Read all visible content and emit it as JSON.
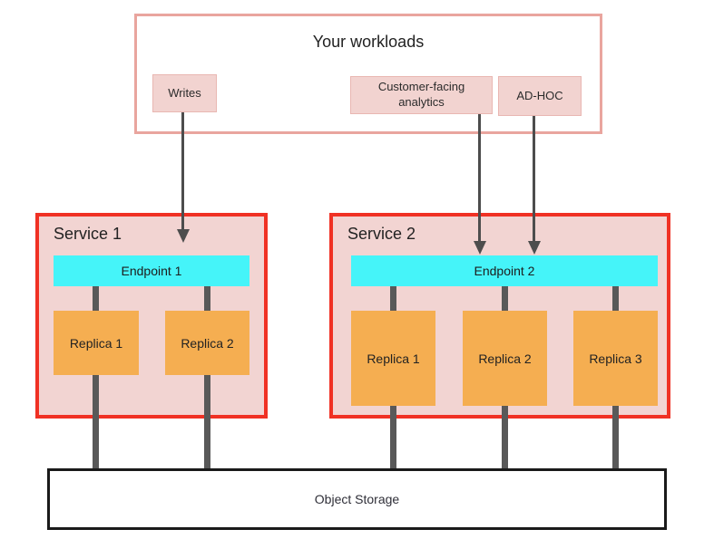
{
  "colors": {
    "red_border": "#f03124",
    "service_fill": "#f2d4d2",
    "endpoint_cyan": "#45f4f9",
    "replica_orange": "#f5ae51",
    "chip_fill": "#f2d3d0",
    "chip_border": "#e9b7b2",
    "workloads_border": "#e9a59e",
    "storage_border": "#1a1a1a",
    "connector_gray": "#595959",
    "arrow_gray": "#4d4d4d",
    "text_dark": "#2b2b2b"
  },
  "workloads": {
    "title": "Your workloads",
    "items": [
      {
        "label": "Writes"
      },
      {
        "label": "Customer-facing analytics"
      },
      {
        "label": "AD-HOC"
      }
    ]
  },
  "services": [
    {
      "title": "Service 1",
      "endpoint": "Endpoint 1",
      "replicas": [
        "Replica 1",
        "Replica 2"
      ]
    },
    {
      "title": "Service 2",
      "endpoint": "Endpoint 2",
      "replicas": [
        "Replica 1",
        "Replica 2",
        "Replica 3"
      ]
    }
  ],
  "storage": {
    "label": "Object Storage"
  }
}
